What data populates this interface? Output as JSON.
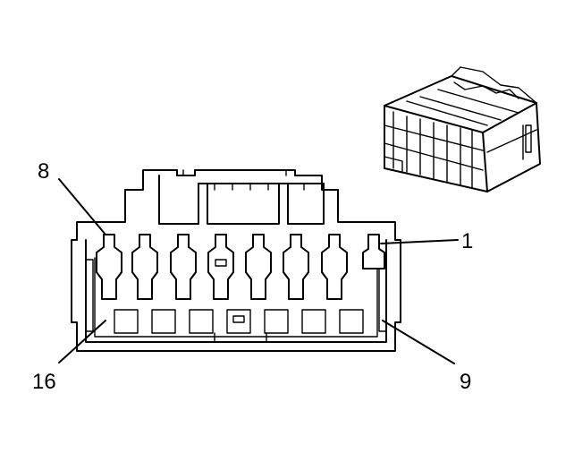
{
  "callouts": {
    "pin_8": "8",
    "pin_1": "1",
    "pin_16": "16",
    "pin_9": "9"
  },
  "colors": {
    "line": "#000000",
    "background": "#ffffff"
  }
}
